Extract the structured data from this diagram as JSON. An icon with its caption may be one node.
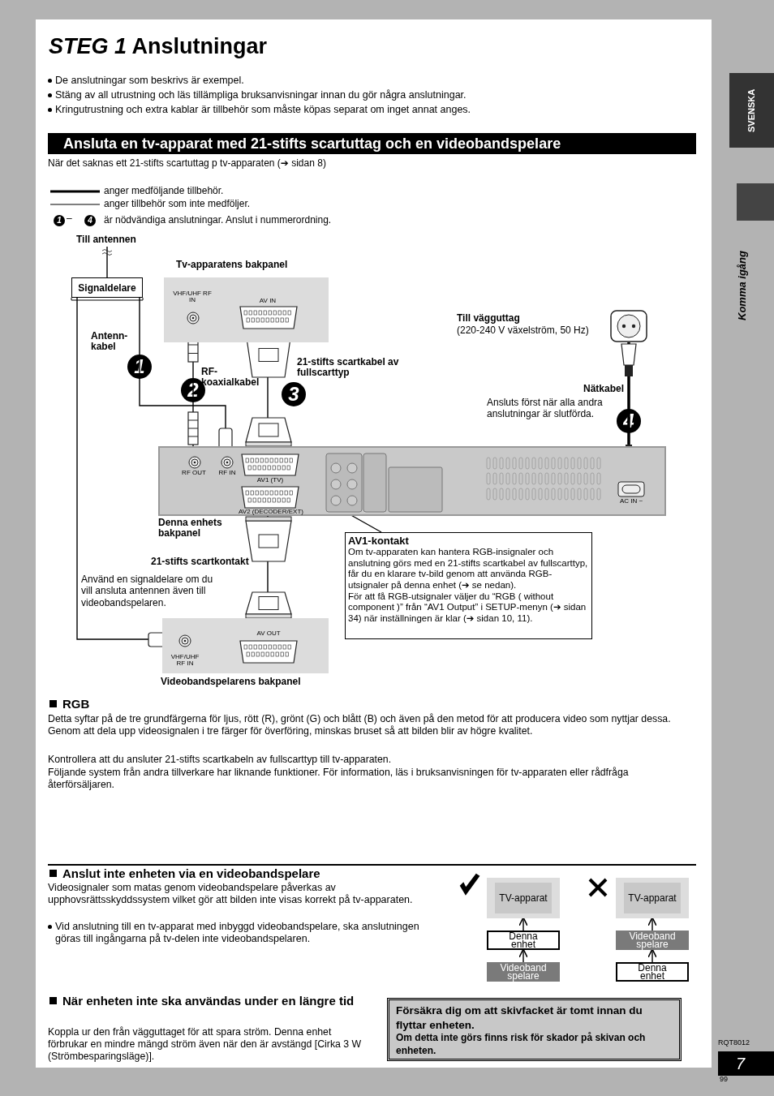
{
  "diagram": {
    "title": "*STEG 1* Anslutningar",
    "nodes": [
      {
        "text": [
          "Till antennen"
        ]
      },
      {
        "text": [
          "Signaldelare"
        ]
      },
      {
        "text": [
          "Tv-apparatens bakpanel",
          "VHF/UHF RF IN",
          "AV IN"
        ]
      },
      {
        "text": [],
        "shape": "picture",
        "beside": [
          "Till vägguttag",
          "(220-240 V växelström, 50 Hz)"
        ]
      },
      {
        "text": [
          "RF OUT",
          "RF IN",
          "AV1 (TV)",
          "AV2 (DECODER/EXT)",
          "AC IN ~"
        ],
        "beside": [
          "Denna enhets bakpanel"
        ]
      },
      {
        "text": [],
        "shape": "box",
        "in": 4
      },
      {
        "text": [
          "AV1-kontakt",
          "Om tv-apparaten kan hantera RGB-insignaler och anslutning görs med en 21-stifts scartkabel av fullscarttyp, får du en klarare tv-bild genom att använda RGB-utsignaler på denna enhet (➔ se nedan).",
          "För att få RGB-utsignaler väljer du “RGB ( without component )” från “AV1 Output” i SETUP-menyn (➔ sidan 34) när inställningen är klar (➔ sidan 10, 11)."
        ]
      },
      {
        "text": [
          "AV OUT",
          "VHF/UHF RF IN",
          "Videobandspelarens bakpanel"
        ]
      },
      {
        "text": [
          "TV-apparat"
        ]
      },
      {
        "text": [
          "Denna enhet"
        ]
      },
      {
        "text": [
          "Videoband spelare"
        ]
      },
      {
        "text": [
          "TV-apparat"
        ]
      },
      {
        "text": [
          "Videoband spelare"
        ]
      },
      {
        "text": [
          "Denna enhet"
        ]
      },
      {
        "text": [
          "Försäkra dig om att skivfacket är tomt innan du flyttar enheten.",
          "Om detta inte görs finns risk för skador på skivan och enheten."
        ]
      }
    ],
    "edges": [
      {
        "from": 0,
        "to": 1,
        "arrow": "none"
      },
      {
        "from": 1,
        "to": 4,
        "arrow": "none",
        "label": "Antenn- kabel"
      },
      {
        "from": 4,
        "to": 2,
        "arrow": "none",
        "label": "RF- koaxialkabel"
      },
      {
        "from": 4,
        "to": 2,
        "arrow": "none",
        "label": "21-stifts scartkabel av fullscarttyp"
      },
      {
        "from": 3,
        "to": 4,
        "arrow": "none",
        "label": "Nätkabel",
        "style": "thick"
      },
      {
        "from": 1,
        "to": 7,
        "arrow": "none"
      },
      {
        "from": 4,
        "to": 7,
        "arrow": "none",
        "label": "21-stifts scartkontakt"
      },
      {
        "from": 6,
        "to": 5,
        "arrow": "none"
      },
      {
        "from": 10,
        "to": 9,
        "arrow": "to"
      },
      {
        "from": 9,
        "to": 8,
        "arrow": "to"
      },
      {
        "from": 13,
        "to": 12,
        "arrow": "to"
      },
      {
        "from": 12,
        "to": 11,
        "arrow": "to"
      }
    ],
    "labels": [
      "SVENSKA",
      "Komma igång",
      "De anslutningar som beskrivs är exempel.",
      "Stäng av all utrustning och läs tillämpliga bruksanvisningar innan du gör några anslutningar.",
      "Kringutrustning och extra kablar är tillbehör som måste köpas separat om inget annat anges.",
      "Ansluta en tv-apparat med 21-stifts scartuttag och en videobandspelare",
      "När det saknas ett 21-stifts scartuttag p tv-apparaten (➔ sidan 8)",
      "1",
      "–",
      "4",
      "är nödvändiga anslutningar. Anslut i nummerordning.",
      "1",
      "2",
      "3",
      "4",
      "Ansluts först när alla andra anslutningar är slutförda.",
      "Använd en signaldelare om du vill ansluta antennen även till videobandspelaren.",
      "RGB",
      "Detta syftar på de tre grundfärgerna för ljus, rött (R), grönt (G) och blått (B) och även på den metod för att producera video som nyttjar dessa. Genom att dela upp videosignalen i tre färger för överföring, minskas bruset så att bilden blir av högre kvalitet.",
      "Kontrollera att du ansluter 21-stifts scartkabeln av fullscarttyp till tv-apparaten.",
      "Följande system från andra tillverkare har liknande funktioner. För information, läs i bruksanvisningen för tv-apparaten eller rådfråga återförsäljaren.",
      "Anslut inte enheten via en videobandspelare",
      "Videosignaler som matas genom videobandspelare påverkas av upphovsrättsskyddssystem vilket gör att bilden inte visas korrekt på tv-apparaten.",
      "Vid anslutning till en tv-apparat med inbyggd videobandspelare, ska anslutningen göras till ingångarna på tv-delen inte videobandspelaren.",
      "När enheten inte ska användas under en längre tid",
      "Koppla ur den från vägguttaget för att spara ström. Denna enhet förbrukar en mindre mängd ström även när den är avstängd [Cirka 3 W (Strömbesparingsläge)].",
      "RQT8012",
      "7",
      "99"
    ],
    "legend": [
      {
        "text": "anger medföljande tillbehör."
      },
      {
        "text": "anger tillbehör som inte medföljer."
      }
    ]
  }
}
